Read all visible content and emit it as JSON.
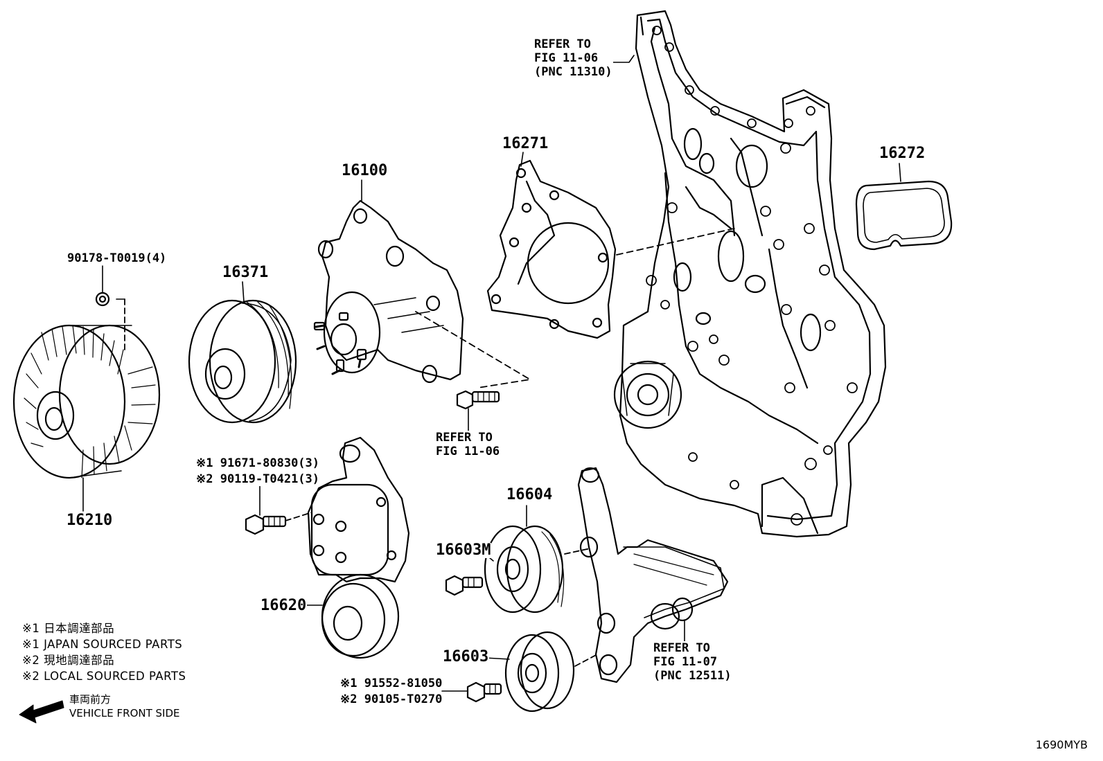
{
  "parts": {
    "p16100": "16100",
    "p16271": "16271",
    "p16272": "16272",
    "p16371": "16371",
    "p16210": "16210",
    "p16620": "16620",
    "p16604": "16604",
    "p16603M": "16603M",
    "p16603": "16603",
    "nut": "90178-T0019(4)",
    "bolt1_a": "※1 91671-80830(3)",
    "bolt1_b": "※2 90119-T0421(3)",
    "bolt2_a": "※1 91552-81050",
    "bolt2_b": "※2 90105-T0270"
  },
  "references": {
    "top": [
      "REFER TO",
      "FIG 11-06",
      "(PNC 11310)"
    ],
    "middle": [
      "REFER TO",
      "FIG 11-06"
    ],
    "bottom": [
      "REFER TO",
      "FIG 11-07",
      "(PNC 12511)"
    ]
  },
  "legend": [
    "※1 日本調達部品",
    "※1 JAPAN SOURCED PARTS",
    "※2 現地調達部品",
    "※2 LOCAL SOURCED PARTS"
  ],
  "front": {
    "jp": "車両前方",
    "en": "VEHICLE FRONT SIDE"
  },
  "figure_code": "1690MYB"
}
